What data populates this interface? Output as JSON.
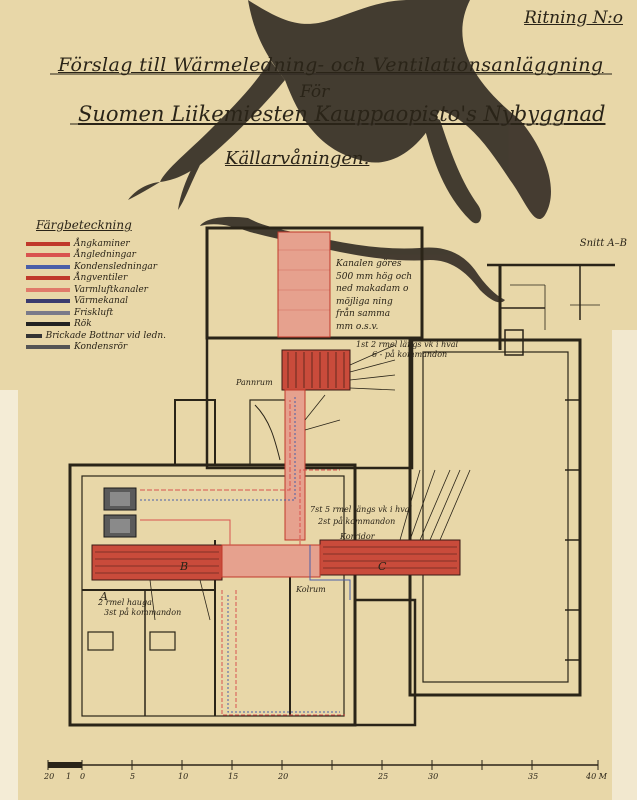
{
  "header": {
    "drawing_number": "Ritning N:o",
    "title_line_1": "Förslag till Wärmeledning- och Ventilationsanläggning",
    "title_line_2": "För",
    "title_line_3": "Suomen Liikemiesten Kauppaopisto's Nybyggnad",
    "subtitle": "Källarvåningen."
  },
  "legend": {
    "title": "Färgbeteckning",
    "items": [
      {
        "label": "Ångkaminer",
        "color": "#c0392b"
      },
      {
        "label": "Ångledningar",
        "color": "#d9534f"
      },
      {
        "label": "Kondensledningar",
        "color": "#4a5fa8"
      },
      {
        "label": "Ångventiler",
        "color": "#c0392b"
      },
      {
        "label": "Varmluftkanaler",
        "color": "#e07a6a"
      },
      {
        "label": "Värmekanal",
        "color": "#3b3b6e"
      },
      {
        "label": "Friskluft",
        "color": "#7a7a8a"
      },
      {
        "label": "Rök",
        "color": "#222222"
      },
      {
        "label": "Brickade Bottnar vid ledn.",
        "color": "#333333"
      },
      {
        "label": "Kondensrör",
        "color": "#555555"
      }
    ]
  },
  "section_label": "Snitt A–B",
  "note": {
    "lines": [
      "Kanalen göres",
      "500 mm hög och",
      "ned makadam o",
      "möjliga ning",
      "från samma",
      "mm o.s.v."
    ]
  },
  "annotations": {
    "kamin_note_1": "1st 2 rmel längs vk i hval",
    "kamin_note_2": "6 - på kommandon",
    "kamin_note_3": "7st 5 rmel längs vk i hval",
    "kamin_note_4": "2st på kommandon",
    "kamin_note_5": "2 rmel hauga",
    "kamin_note_6": "3st på kommandon",
    "room_boilers": "Pannrum",
    "room_corridor": "Korridor",
    "room_kolrum": "Kolrum",
    "label_c": "C",
    "label_b": "B",
    "label_a": "A"
  },
  "scale_bar": {
    "labels": [
      "20",
      "1",
      "0",
      "5",
      "10",
      "15",
      "20",
      "25",
      "30",
      "35",
      "40 M"
    ]
  }
}
